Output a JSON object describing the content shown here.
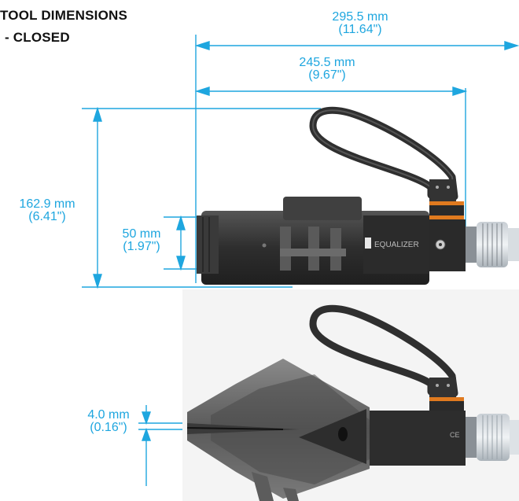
{
  "title": {
    "line1": "TOOL DIMENSIONS",
    "line2": "- CLOSED"
  },
  "dimensions": {
    "overall_length": {
      "metric": "295.5 mm",
      "imperial": "(11.64\")"
    },
    "body_length": {
      "metric": "245.5 mm",
      "imperial": "(9.67\")"
    },
    "height": {
      "metric": "162.9 mm",
      "imperial": "(6.41\")"
    },
    "jaw_height": {
      "metric": "50 mm",
      "imperial": "(1.97\")"
    },
    "tip_thickness": {
      "metric": "4.0 mm",
      "imperial": "(0.16\")"
    }
  },
  "product_label": "EQUALIZER",
  "colors": {
    "dimension_line": "#1ea6df",
    "tool_body": "#3a3a3a",
    "accent_band": "#e07a1f"
  }
}
